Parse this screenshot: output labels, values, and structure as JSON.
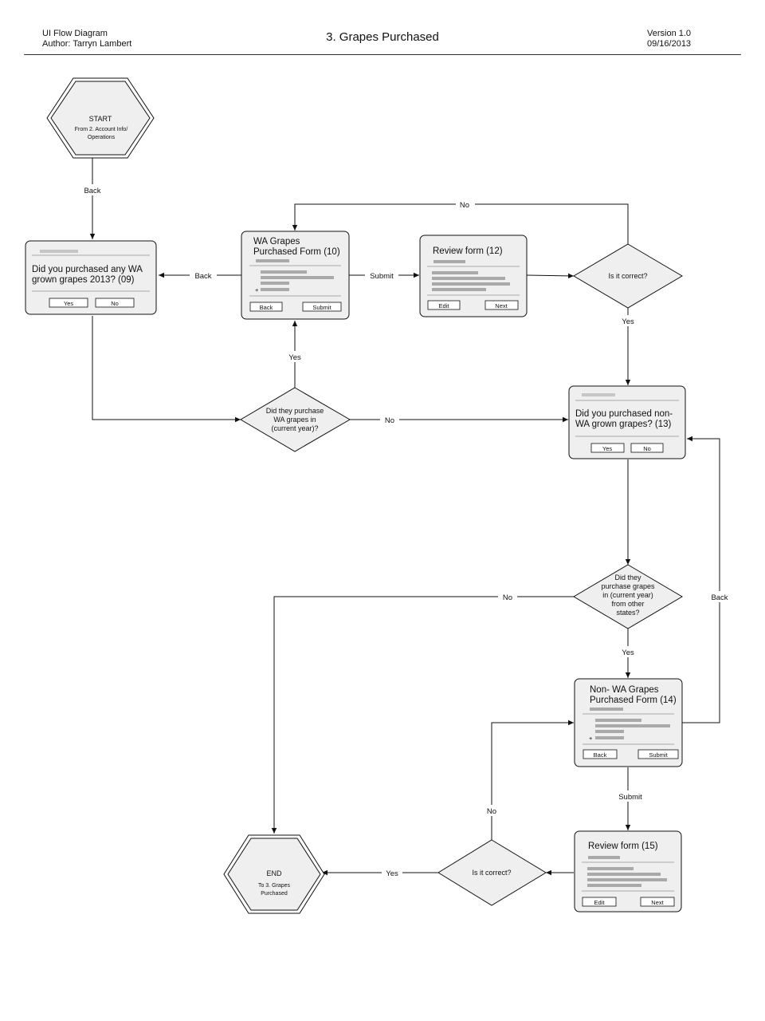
{
  "header": {
    "doc_type": "UI Flow Diagram",
    "author": "Author: Tarryn Lambert",
    "title": "3. Grapes Purchased",
    "version": "Version 1.0",
    "date": "09/16/2013"
  },
  "start": {
    "title": "START",
    "line1": "From  2. Account Info/",
    "line2": "Operations"
  },
  "end": {
    "title": "END",
    "line1": "To 3. Grapes",
    "line2": "Purchased"
  },
  "screens": {
    "s09": {
      "line1": "Did you purchased any WA",
      "line2": "grown grapes 2013? (09)",
      "btn_left": "Yes",
      "btn_right": "No"
    },
    "s10": {
      "line1": "WA Grapes",
      "line2": "Purchased Form (10)",
      "btn_left": "Back",
      "btn_right": "Submit",
      "plus": "+"
    },
    "s12": {
      "line1": "Review form (12)",
      "btn_left": "Edit",
      "btn_right": "Next"
    },
    "s13": {
      "line1": "Did you purchased non-",
      "line2": "WA grown grapes? (13)",
      "btn_left": "Yes",
      "btn_right": "No"
    },
    "s14": {
      "line1": "Non- WA Grapes",
      "line2": "Purchased Form (14)",
      "btn_left": "Back",
      "btn_right": "Submit",
      "plus": "+"
    },
    "s15": {
      "line1": "Review form (15)",
      "btn_left": "Edit",
      "btn_right": "Next"
    }
  },
  "decisions": {
    "d_wa": {
      "line1": "Did they purchase",
      "line2": "WA grapes in",
      "line3": "(current year)?"
    },
    "d_correct1": {
      "line1": "Is it correct?"
    },
    "d_other": {
      "line1": "Did they",
      "line2": "purchase grapes",
      "line3": "in (current year)",
      "line4": "from other",
      "line5": "states?"
    },
    "d_correct2": {
      "line1": "Is it correct?"
    }
  },
  "edge_labels": {
    "start_back": "Back",
    "s10_back": "Back",
    "s10_submit": "Submit",
    "correct1_no": "No",
    "correct1_yes": "Yes",
    "dwa_yes": "Yes",
    "dwa_no": "No",
    "dother_no": "No",
    "dother_yes": "Yes",
    "s14_back": "Back",
    "s14_submit": "Submit",
    "correct2_no": "No",
    "correct2_yes": "Yes"
  }
}
